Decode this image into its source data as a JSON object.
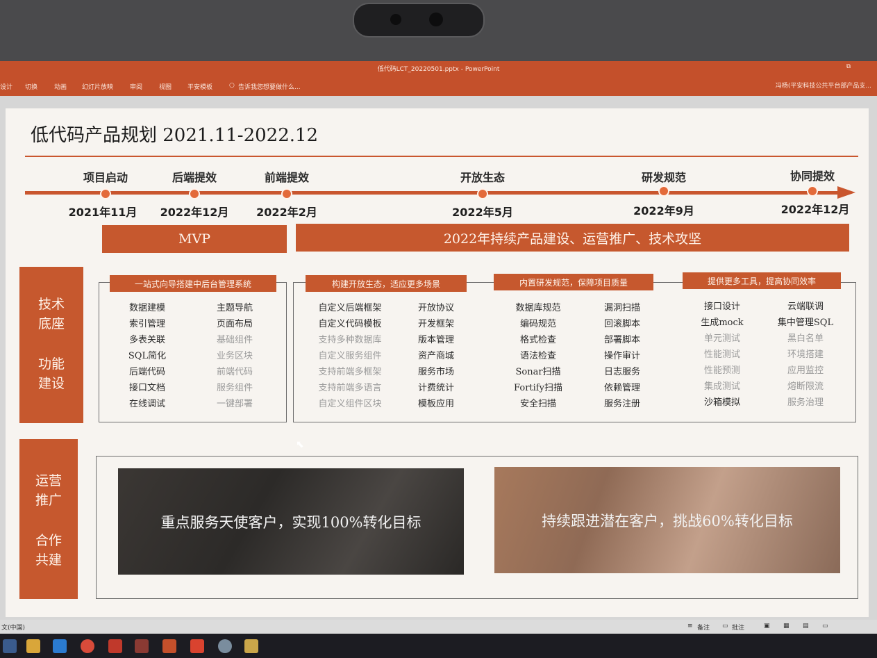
{
  "window": {
    "title": "低代码LCT_20220501.pptx - PowerPoint",
    "restore_icon": "restore-icon",
    "menu": [
      "设计",
      "切换",
      "动画",
      "幻灯片放映",
      "审阅",
      "视图",
      "平安模板",
      "告诉我您想要做什么..."
    ],
    "user": "冯杨(平安科技公共平台部产品支..."
  },
  "slide": {
    "title": "低代码产品规划 2021.11-2022.12",
    "milestones": [
      {
        "label": "项目启动",
        "date": "2021年11月"
      },
      {
        "label": "后端提效",
        "date": "2022年12月"
      },
      {
        "label": "前端提效",
        "date": "2022年2月"
      },
      {
        "label": "开放生态",
        "date": "2022年5月"
      },
      {
        "label": "研发规范",
        "date": "2022年9月"
      },
      {
        "label": "协同提效",
        "date": "2022年12月"
      }
    ],
    "bands": {
      "mvp": "MVP",
      "main": "2022年持续产品建设、运营推广、技术攻坚"
    },
    "side_tech": [
      "技术",
      "底座",
      "功能",
      "建设"
    ],
    "side_ops": [
      "运营",
      "推广",
      "合作",
      "共建"
    ],
    "sections": [
      {
        "title": "一站式向导搭建中后台管理系统",
        "col1": [
          "数据建模",
          "索引管理",
          "多表关联",
          "SQL简化",
          "后端代码",
          "接口文档",
          "在线调试"
        ],
        "col2": [
          "主题导航",
          "页面布局",
          "基础组件",
          "业务区块",
          "前端代码",
          "服务组件",
          "一键部署"
        ]
      },
      {
        "title": "构建开放生态，适应更多场景",
        "col1": [
          "自定义后端框架",
          "自定义代码模板",
          "支持多种数据库",
          "自定义服务组件",
          "支持前端多框架",
          "支持前端多语言",
          "自定义组件区块"
        ],
        "col2": [
          "开放协议",
          "开发框架",
          "版本管理",
          "资产商城",
          "服务市场",
          "计费统计",
          "模板应用"
        ]
      },
      {
        "title": "内置研发规范，保障项目质量",
        "col1": [
          "数据库规范",
          "编码规范",
          "格式检查",
          "语法检查",
          "Sonar扫描",
          "Fortify扫描",
          "安全扫描"
        ],
        "col2": [
          "漏洞扫描",
          "回滚脚本",
          "部署脚本",
          "操作审计",
          "日志服务",
          "依赖管理",
          "服务注册"
        ]
      },
      {
        "title": "提供更多工具，提高协同效率",
        "col1": [
          "接口设计",
          "生成mock",
          "单元测试",
          "性能测试",
          "性能预测",
          "集成测试",
          "沙箱模拟"
        ],
        "col2": [
          "云端联调",
          "集中管理SQL",
          "黑白名单",
          "环境搭建",
          "应用监控",
          "熔断限流",
          "服务治理"
        ]
      }
    ],
    "ops_cards": [
      "重点服务天使客户，实现100%转化目标",
      "持续跟进潜在客户，挑战60%转化目标"
    ]
  },
  "status_bar": {
    "left": "文(中国)",
    "notes": "备注",
    "comments": "批注"
  },
  "colors": {
    "accent": "#c6582e",
    "ribbon": "#c4502b",
    "slide_bg": "#f7f4f0"
  }
}
